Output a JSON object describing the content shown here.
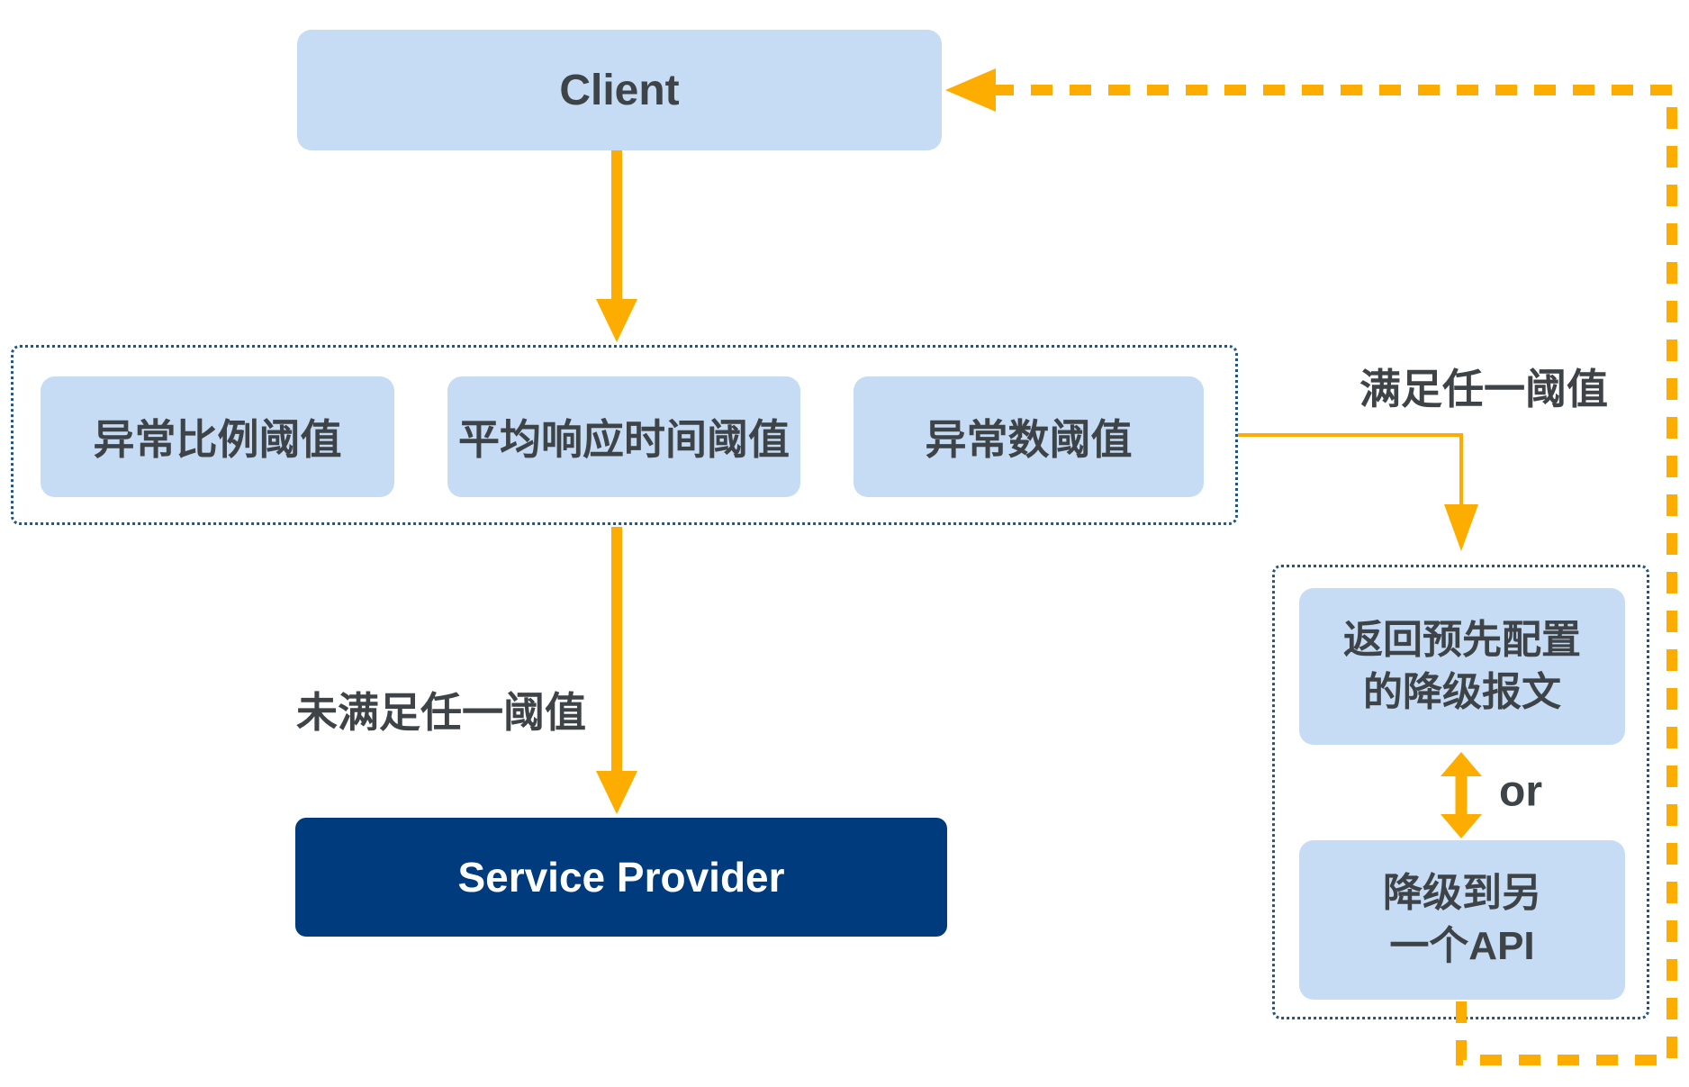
{
  "nodes": {
    "client": {
      "label": "Client"
    },
    "thresholds": {
      "items": [
        {
          "label": "异常比例阈值"
        },
        {
          "label": "平均响应时间阈值"
        },
        {
          "label": "异常数阈值"
        }
      ]
    },
    "service_provider": {
      "label": "Service Provider"
    },
    "fallback": {
      "return_message": "返回预先配置\n的降级报文",
      "or_label": "or",
      "degrade_api": "降级到另\n一个API"
    }
  },
  "labels": {
    "meet_any_threshold": "满足任一阈值",
    "not_meet_any_threshold": "未满足任一阈值"
  },
  "colors": {
    "node_fill": "#c6dcf4",
    "provider_fill": "#003b7e",
    "provider_text": "#ffffff",
    "arrow_amber": "#fdad00",
    "dotted_border": "#26547c",
    "text_dark": "#3e4347",
    "background": "#ffffff"
  }
}
